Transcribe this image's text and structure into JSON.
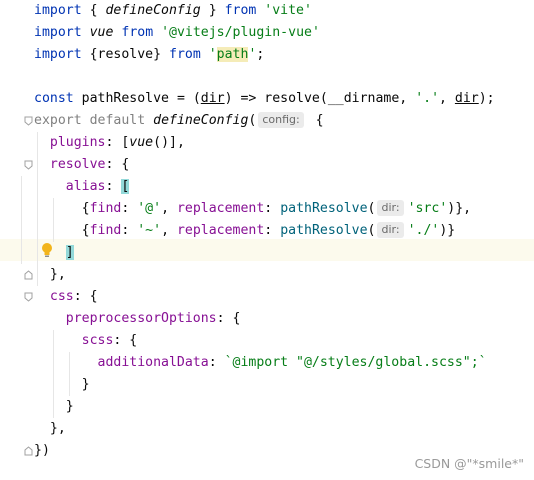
{
  "code": {
    "lines": [
      [
        "import",
        " { ",
        "defineConfig",
        " } ",
        "from",
        " ",
        "'vite'"
      ],
      [
        "import",
        " ",
        "vue",
        " ",
        "from",
        " ",
        "'@vitejs/plugin-vue'"
      ],
      [
        "import",
        " {",
        "resolve",
        "} ",
        "from",
        " ",
        "'",
        "path",
        "'",
        ";"
      ],
      [],
      [
        "const",
        " ",
        "pathResolve",
        " = (",
        "dir",
        ") => ",
        "resolve",
        "(",
        "__dirname",
        ", ",
        "'.'",
        ", ",
        "dir",
        ");"
      ],
      [
        "export",
        " ",
        "default",
        " ",
        "defineConfig",
        "(",
        "config:",
        " {"
      ],
      [
        "  ",
        "plugins",
        ": [",
        "vue",
        "()],"
      ],
      [
        "  ",
        "resolve",
        ": {"
      ],
      [
        "    ",
        "alias",
        ": ",
        "["
      ],
      [
        "      {",
        "find",
        ": ",
        "'@'",
        ", ",
        "replacement",
        ": ",
        "pathResolve",
        "(",
        "dir:",
        "'src'",
        ")},"
      ],
      [
        "      {",
        "find",
        ": ",
        "'~'",
        ", ",
        "replacement",
        ": ",
        "pathResolve",
        "(",
        "dir:",
        "'./'",
        ")}"
      ],
      [
        "    ",
        "]"
      ],
      [
        "  },"
      ],
      [
        "  ",
        "css",
        ": {"
      ],
      [
        "    ",
        "preprocessorOptions",
        ": {"
      ],
      [
        "      ",
        "scss",
        ": {"
      ],
      [
        "        ",
        "additionalData",
        ": ",
        "`@import \"@/styles/global.scss\";`"
      ],
      [
        "      }"
      ],
      [
        "    }"
      ],
      [
        "  },"
      ],
      [
        "})"
      ]
    ]
  },
  "watermark": "CSDN @\"*smile*\"",
  "icons": {
    "intention": "lightbulb-icon",
    "fold": "fold-marker-icon"
  },
  "colors": {
    "keyword": "#0033b3",
    "string": "#067d17",
    "property": "#871094",
    "function": "#00627a",
    "caret_line": "#fcfaed",
    "bracket_match": "#93d9d9"
  }
}
